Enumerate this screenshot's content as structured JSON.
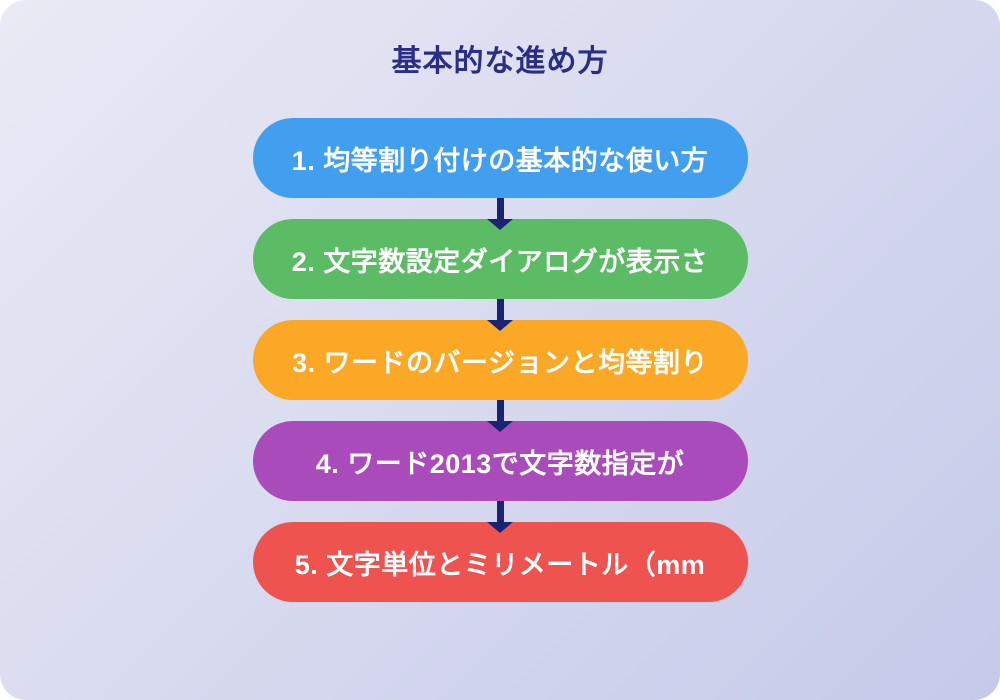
{
  "page": {
    "title": "基本的な進め方"
  },
  "flow": {
    "steps": [
      {
        "label": "1. 均等割り付けの基本的な使い方",
        "color": "#429FF0"
      },
      {
        "label": "2. 文字数設定ダイアログが表示さ",
        "color": "#5CBB65"
      },
      {
        "label": "3. ワードのバージョンと均等割り",
        "color": "#FBA827"
      },
      {
        "label": "4. ワード2013で文字数指定が",
        "color": "#A94BBB"
      },
      {
        "label": "5. 文字単位とミリメートル（mm",
        "color": "#EE5350"
      }
    ]
  },
  "colors": {
    "title_text": "#2A2F85",
    "arrow": "#1A2472",
    "background_gradient_start": "#EAEAF5",
    "background_gradient_end": "#C5CAE9",
    "step_text": "#FFFFFF"
  }
}
